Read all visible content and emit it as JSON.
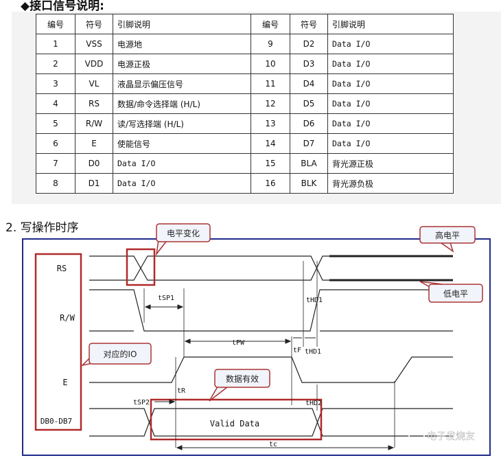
{
  "pin_table": {
    "title": "◆接口信号说明:",
    "headers": [
      "编号",
      "符号",
      "引脚说明",
      "编号",
      "符号",
      "引脚说明"
    ],
    "rows": [
      [
        "1",
        "VSS",
        "电源地",
        "9",
        "D2",
        "Data I/O"
      ],
      [
        "2",
        "VDD",
        "电源正极",
        "10",
        "D3",
        "Data I/O"
      ],
      [
        "3",
        "VL",
        "液晶显示偏压信号",
        "11",
        "D4",
        "Data I/O"
      ],
      [
        "4",
        "RS",
        "数据/命令选择端 (H/L)",
        "12",
        "D5",
        "Data I/O"
      ],
      [
        "5",
        "R/W",
        "读/写选择端 (H/L)",
        "13",
        "D6",
        "Data I/O"
      ],
      [
        "6",
        "E",
        "使能信号",
        "14",
        "D7",
        "Data I/O"
      ],
      [
        "7",
        "D0",
        "Data I/O",
        "15",
        "BLA",
        "背光源正极"
      ],
      [
        "8",
        "D1",
        "Data I/O",
        "16",
        "BLK",
        "背光源负极"
      ]
    ]
  },
  "timing": {
    "title": "2. 写操作时序",
    "signals": [
      "RS",
      "R/W",
      "E",
      "DB0-DB7"
    ],
    "callouts": {
      "level_change": "电平变化",
      "high_level": "高电平",
      "low_level": "低电平",
      "io_label": "对应的IO",
      "data_valid": "数据有效"
    },
    "bus_label": "Valid Data",
    "params": {
      "tsp1": "tSP1",
      "thd1a": "tHD1",
      "tpw": "tPW",
      "tf": "tF",
      "thd1b": "tHD1",
      "tr": "tR",
      "tsp2": "tSP2",
      "thd2": "tHD2",
      "tc": "tc"
    },
    "colors": {
      "frame": "#1f2a8a",
      "callout_border": "#a33",
      "callout_fill": "#f2f4fb",
      "highlight": "#b02a2a"
    }
  },
  "watermark": "电子发烧友"
}
